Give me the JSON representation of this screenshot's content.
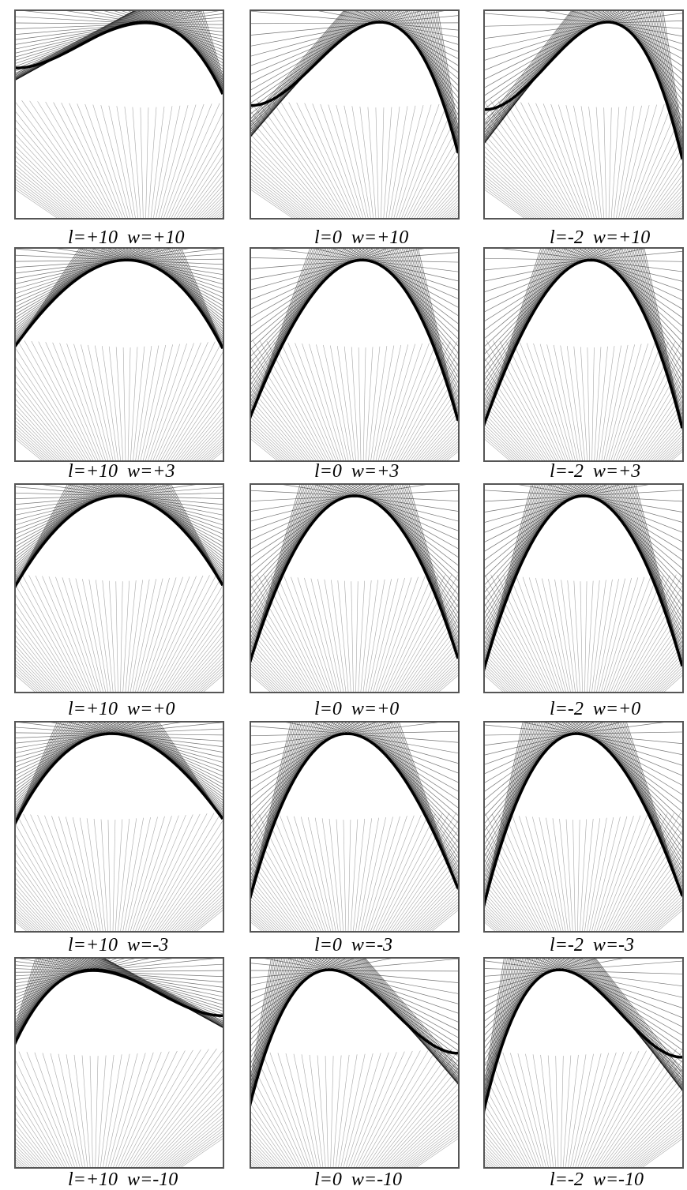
{
  "figure": {
    "rows": [
      {
        "w": 10,
        "panels": [
          {
            "l": 10,
            "caption": "l=+10  w=+10"
          },
          {
            "l": 0,
            "caption": "l=0  w=+10"
          },
          {
            "l": -2,
            "caption": "l=-2  w=+10"
          }
        ]
      },
      {
        "w": 3,
        "panels": [
          {
            "l": 10,
            "caption": "l=+10  w=+3"
          },
          {
            "l": 0,
            "caption": "l=0  w=+3"
          },
          {
            "l": -2,
            "caption": "l=-2  w=+3"
          }
        ]
      },
      {
        "w": 0,
        "panels": [
          {
            "l": 10,
            "caption": "l=+10  w=+0"
          },
          {
            "l": 0,
            "caption": "l=0  w=+0"
          },
          {
            "l": -2,
            "caption": "l=-2  w=+0"
          }
        ]
      },
      {
        "w": -3,
        "panels": [
          {
            "l": 10,
            "caption": "l=+10  w=-3"
          },
          {
            "l": 0,
            "caption": "l=0  w=-3"
          },
          {
            "l": -2,
            "caption": "l=-2  w=-3"
          }
        ]
      },
      {
        "w": -10,
        "panels": [
          {
            "l": 10,
            "caption": "l=+10  w=-10"
          },
          {
            "l": 0,
            "caption": "l=0  w=-10"
          },
          {
            "l": -2,
            "caption": "l=-2  w=-10"
          }
        ]
      }
    ],
    "line_color": "#000000",
    "frame_color": "#555555"
  }
}
